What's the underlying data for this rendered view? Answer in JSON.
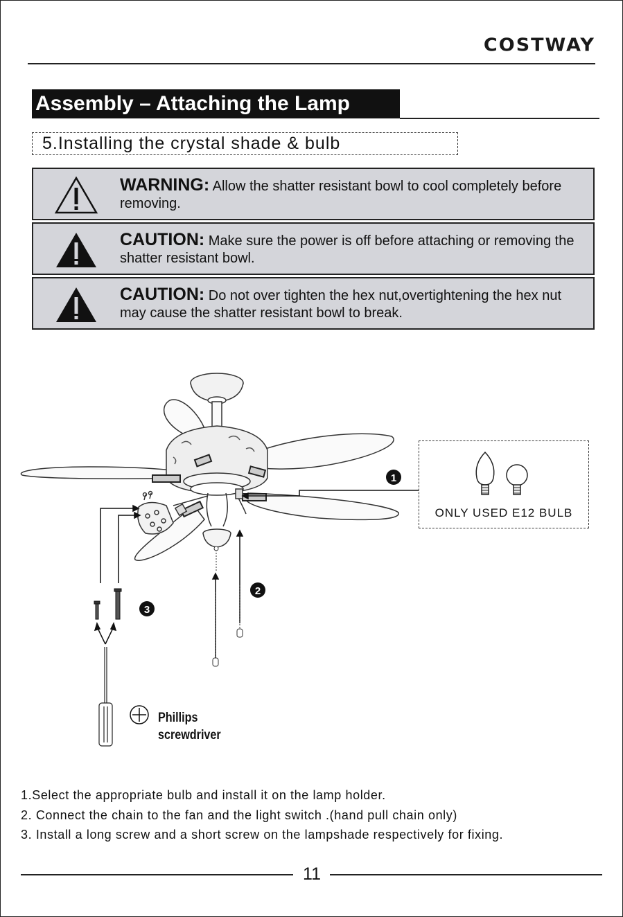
{
  "header": {
    "brand": "COSTWAY"
  },
  "section": {
    "title": "Assembly – Attaching the Lamp"
  },
  "step": {
    "title": "5.Installing the crystal shade & bulb"
  },
  "notices": [
    {
      "label": "WARNING:",
      "text": " Allow the shatter resistant bowl to cool completely before removing.",
      "icon": "warning-outline-icon"
    },
    {
      "label": "CAUTION:",
      "text": " Make sure the power is off before attaching or removing the shatter resistant bowl.",
      "icon": "caution-filled-icon"
    },
    {
      "label": "CAUTION:",
      "text": " Do not over tighten the hex nut,overtightening the hex nut may cause the shatter resistant bowl to break.",
      "icon": "caution-filled-icon"
    }
  ],
  "diagram": {
    "callouts": [
      "1",
      "2",
      "3"
    ],
    "bulb_caption": "ONLY USED  E12 BULB",
    "tool_line1": "Phillips",
    "tool_line2": "screwdriver"
  },
  "instructions": [
    "1.Select the appropriate bulb and install it on the lamp holder.",
    "2. Connect the chain to the fan and the light switch .(hand pull chain only)",
    "3. Install a long screw and a short screw on the lampshade respectively for fixing."
  ],
  "footer": {
    "page_number": "11"
  }
}
